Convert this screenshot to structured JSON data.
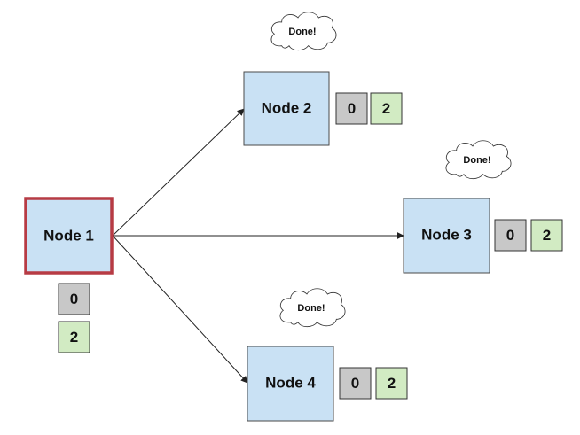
{
  "nodes": {
    "node1": {
      "label": "Node 1",
      "selected": true,
      "counter_grey": "0",
      "counter_green": "2"
    },
    "node2": {
      "label": "Node 2",
      "counter_grey": "0",
      "counter_green": "2",
      "status": "Done!"
    },
    "node3": {
      "label": "Node 3",
      "counter_grey": "0",
      "counter_green": "2",
      "status": "Done!"
    },
    "node4": {
      "label": "Node 4",
      "counter_grey": "0",
      "counter_green": "2",
      "status": "Done!"
    }
  },
  "edges": [
    {
      "from": "Node 1",
      "to": "Node 2"
    },
    {
      "from": "Node 1",
      "to": "Node 3"
    },
    {
      "from": "Node 1",
      "to": "Node 4"
    }
  ],
  "colors": {
    "node_fill": "#c9e1f4",
    "selected_border": "#b73b44",
    "counter_grey": "#c8c8c8",
    "counter_green": "#d2ebc3"
  }
}
